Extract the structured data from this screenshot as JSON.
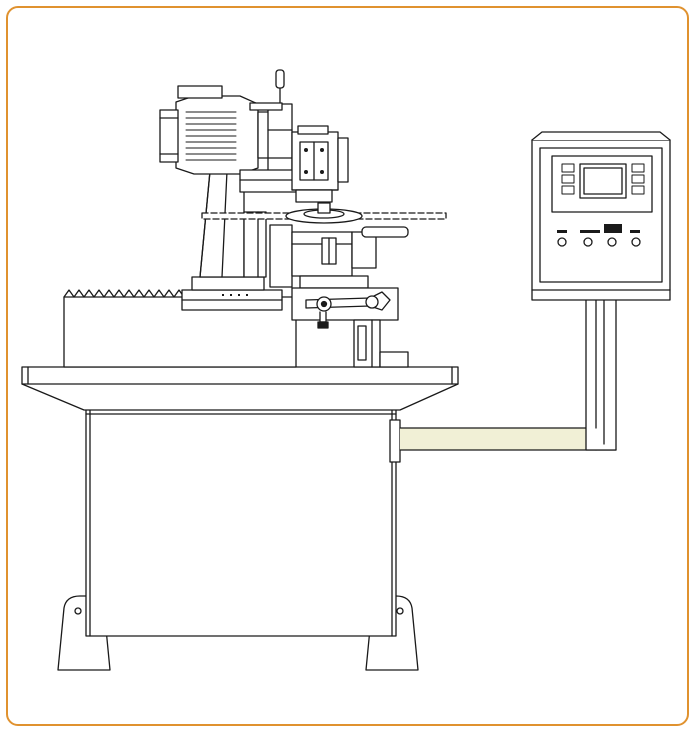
{
  "figure": {
    "frame_color": "#e0922f",
    "line_color": "#1a1a1a",
    "fill_color": "#ffffff",
    "highlight_fill": "#f1f0d6",
    "components": [
      "motor",
      "grinding-head",
      "saw-blade",
      "carriage",
      "rack",
      "table",
      "cabinet",
      "feet",
      "control-panel",
      "control-screen",
      "support-arm"
    ]
  }
}
